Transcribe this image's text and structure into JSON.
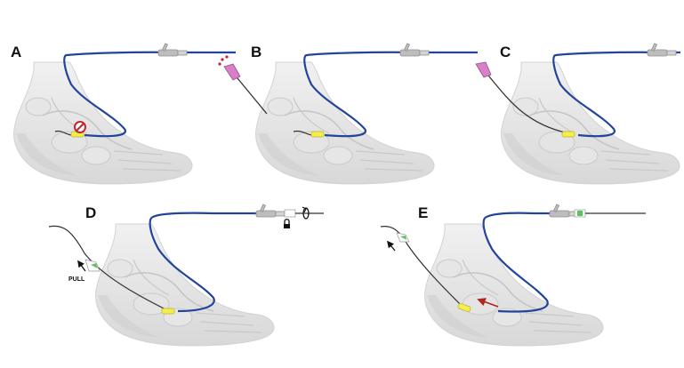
{
  "figure": {
    "panels": [
      {
        "id": "A",
        "label": "A"
      },
      {
        "id": "B",
        "label": "B"
      },
      {
        "id": "C",
        "label": "C"
      },
      {
        "id": "D",
        "label": "D",
        "annotation": "PULL"
      },
      {
        "id": "E",
        "label": "E"
      }
    ],
    "colors": {
      "catheter": "#22449a",
      "guidewire": "#333333",
      "needle_hub": "#d77fc7",
      "marker_yellow": "#f2ee4b",
      "marker_green": "#5dc35b",
      "arrow_red": "#b3251f",
      "no_symbol": "#c0262d",
      "foot": "#dcdcdc"
    },
    "icons": [
      "no-entry-icon",
      "lock-icon",
      "rotate-icon",
      "pull-arrow-icon"
    ]
  }
}
